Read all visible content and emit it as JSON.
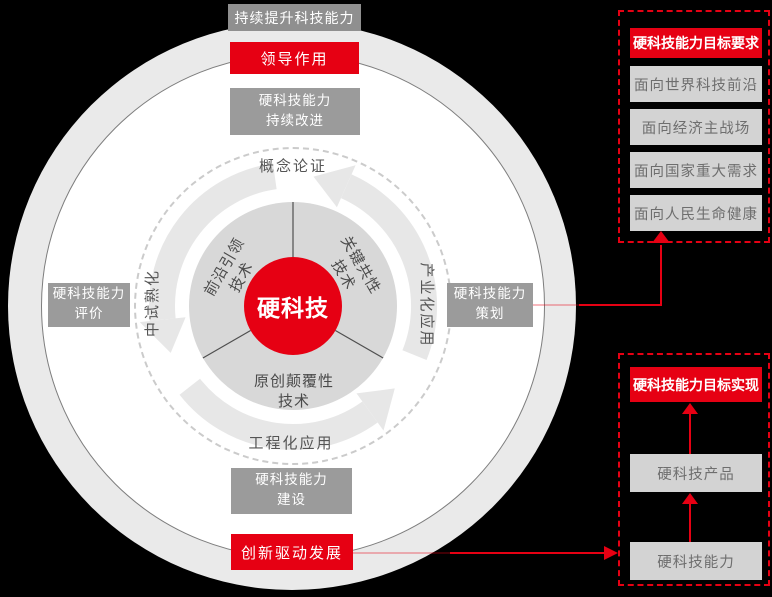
{
  "colors": {
    "background": "#000000",
    "accent_red": "#e60013",
    "ring_box_gray": "#9b9b9b",
    "panel_item_gray": "#d3d3d3",
    "arrow_gray": "#e7e7e7"
  },
  "center": {
    "label": "硬科技"
  },
  "sectors": {
    "frontier": "前沿引领\n技术",
    "key_common": "关键共性\n技术",
    "original_disruptive": "原创颠覆性\n技术"
  },
  "cycle": {
    "concept": "概念论证",
    "industrialization": "产业化应用",
    "engineering": "工程化应用",
    "pilot": "中试熟化"
  },
  "outer": {
    "top_banner": "持续提升科技能力",
    "leadership": "领导作用",
    "continuous_improvement": "硬科技能力\n持续改进",
    "evaluation": "硬科技能力\n评价",
    "planning": "硬科技能力\n策划",
    "construction": "硬科技能力\n建设",
    "innovation_driven": "创新驱动发展"
  },
  "panel_requirements": {
    "title": "硬科技能力目标要求",
    "items": [
      "面向世界科技前沿",
      "面向经济主战场",
      "面向国家重大需求",
      "面向人民生命健康"
    ]
  },
  "panel_realization": {
    "title": "硬科技能力目标实现",
    "items": [
      "硬科技产品",
      "硬科技能力"
    ]
  }
}
